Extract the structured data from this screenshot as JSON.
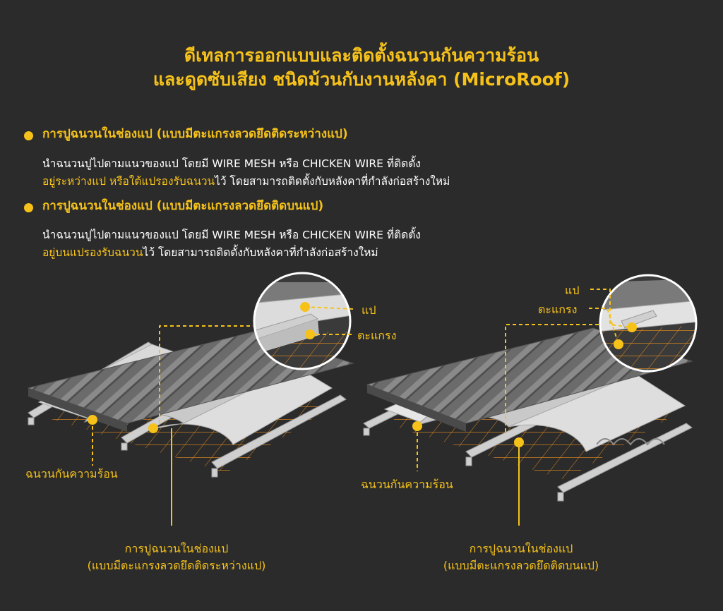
{
  "title": {
    "line1": "ดีเทลการออกแบบและติดตั้งฉนวนกันความร้อน",
    "line2": "และดูดซับเสียง ชนิดม้วนกับงานหลังคา (MicroRoof)"
  },
  "sections": [
    {
      "heading": "การปูฉนวนในช่องแป (แบบมีตะแกรงลวดยึดติดระหว่างแป)",
      "line1": "นำฉนวนปูไปตามแนวของแป โดยมี WIRE MESH หรือ CHICKEN WIRE ที่ติดตั้ง",
      "line2_highlight": "อยู่ระหว่างแป หรือใต้แปรองรับฉนวน",
      "line2_rest": "ไว้ โดยสามารถติดตั้งกับหลังคาที่กำลังก่อสร้างใหม่"
    },
    {
      "heading": "การปูฉนวนในช่องแป (แบบมีตะแกรงลวดยึดติดบนแป)",
      "line1": "นำฉนวนปูไปตามแนวของแป โดยมี WIRE MESH หรือ CHICKEN WIRE ที่ติดตั้ง",
      "line2_highlight": "อยู่บนแปรองรับฉนวน",
      "line2_rest": "ไว้ โดยสามารถติดตั้งกับหลังคาที่กำลังก่อสร้างใหม่"
    }
  ],
  "diagrams": {
    "left": {
      "callout_purlin": "แป",
      "callout_mesh": "ตะแกรง",
      "callout_insulation": "ฉนวนกันความร้อน",
      "caption_line1": "การปูฉนวนในช่องแป",
      "caption_line2": "(แบบมีตะแกรงลวดยึดติดระหว่างแป)"
    },
    "right": {
      "callout_purlin": "แป",
      "callout_mesh": "ตะแกรง",
      "callout_insulation": "ฉนวนกันความร้อน",
      "caption_line1": "การปูฉนวนในช่องแป",
      "caption_line2": "(แบบมีตะแกรงลวดยึดติดบนแป)"
    }
  },
  "colors": {
    "background": "#2b2b2b",
    "accent": "#f6c21a",
    "mesh": "#e08a1e",
    "roof": "#6f6f6f",
    "insulation": "#d9d9d9",
    "purlin": "#cfcfcf"
  }
}
